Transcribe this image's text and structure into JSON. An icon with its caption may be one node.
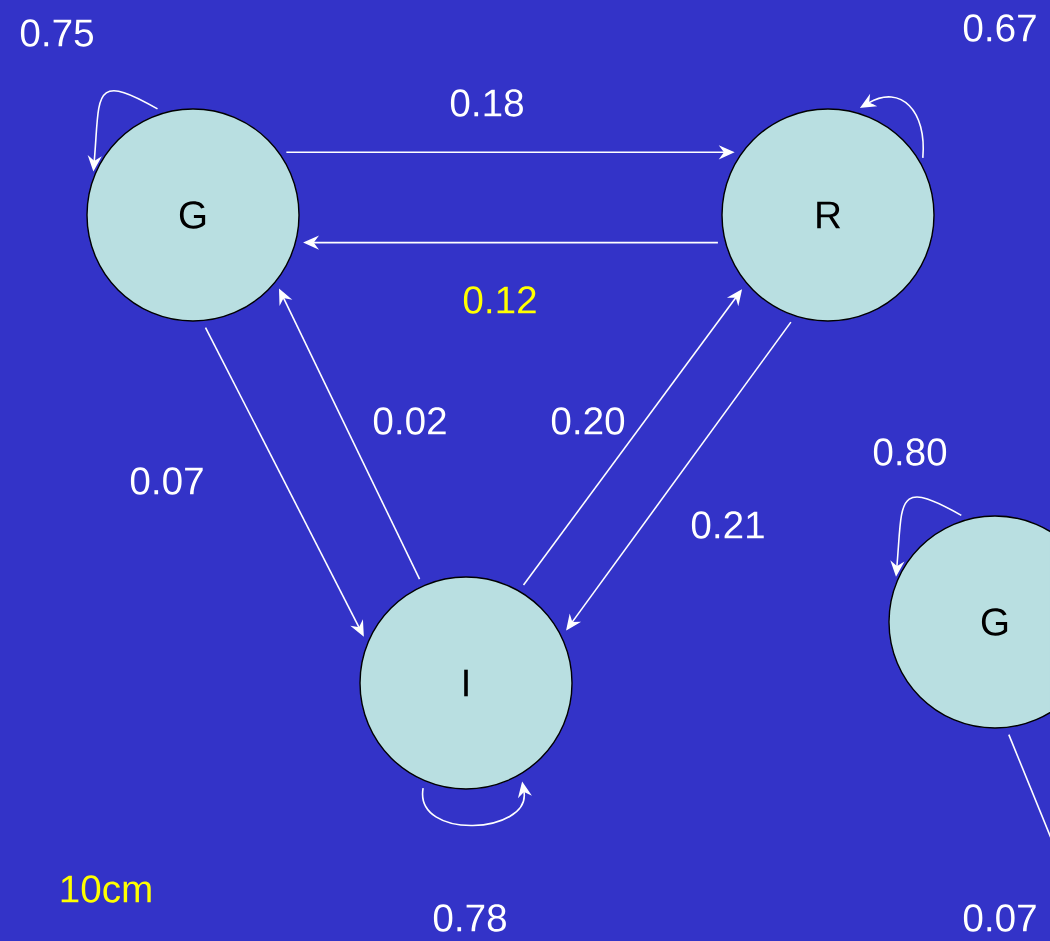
{
  "diagram": {
    "nodes": [
      {
        "text": [
          "G"
        ]
      },
      {
        "text": [
          "R"
        ]
      },
      {
        "text": [
          "I"
        ]
      },
      {
        "text": [
          "G"
        ]
      }
    ],
    "edges": [
      {
        "from": 0,
        "to": 0,
        "arrow": "to",
        "label": "0.75"
      },
      {
        "from": 1,
        "to": 1,
        "arrow": "to",
        "label": "0.67"
      },
      {
        "from": 0,
        "to": 1,
        "arrow": "to",
        "label": "0.18"
      },
      {
        "from": 1,
        "to": 0,
        "arrow": "to",
        "label": "0.12"
      },
      {
        "from": 0,
        "to": 2,
        "arrow": "to",
        "label": "0.07"
      },
      {
        "from": 2,
        "to": 0,
        "arrow": "to",
        "label": "0.02"
      },
      {
        "from": 2,
        "to": 1,
        "arrow": "to",
        "label": "0.20"
      },
      {
        "from": 1,
        "to": 2,
        "arrow": "to",
        "label": "0.21"
      },
      {
        "from": 2,
        "to": 2,
        "arrow": "to",
        "label": "0.78"
      },
      {
        "from": 3,
        "to": 3,
        "arrow": "to",
        "label": "0.80"
      },
      {
        "from": 3,
        "to": null,
        "arrow": "none",
        "label": "0.07"
      }
    ],
    "labels": [
      "10cm"
    ]
  }
}
